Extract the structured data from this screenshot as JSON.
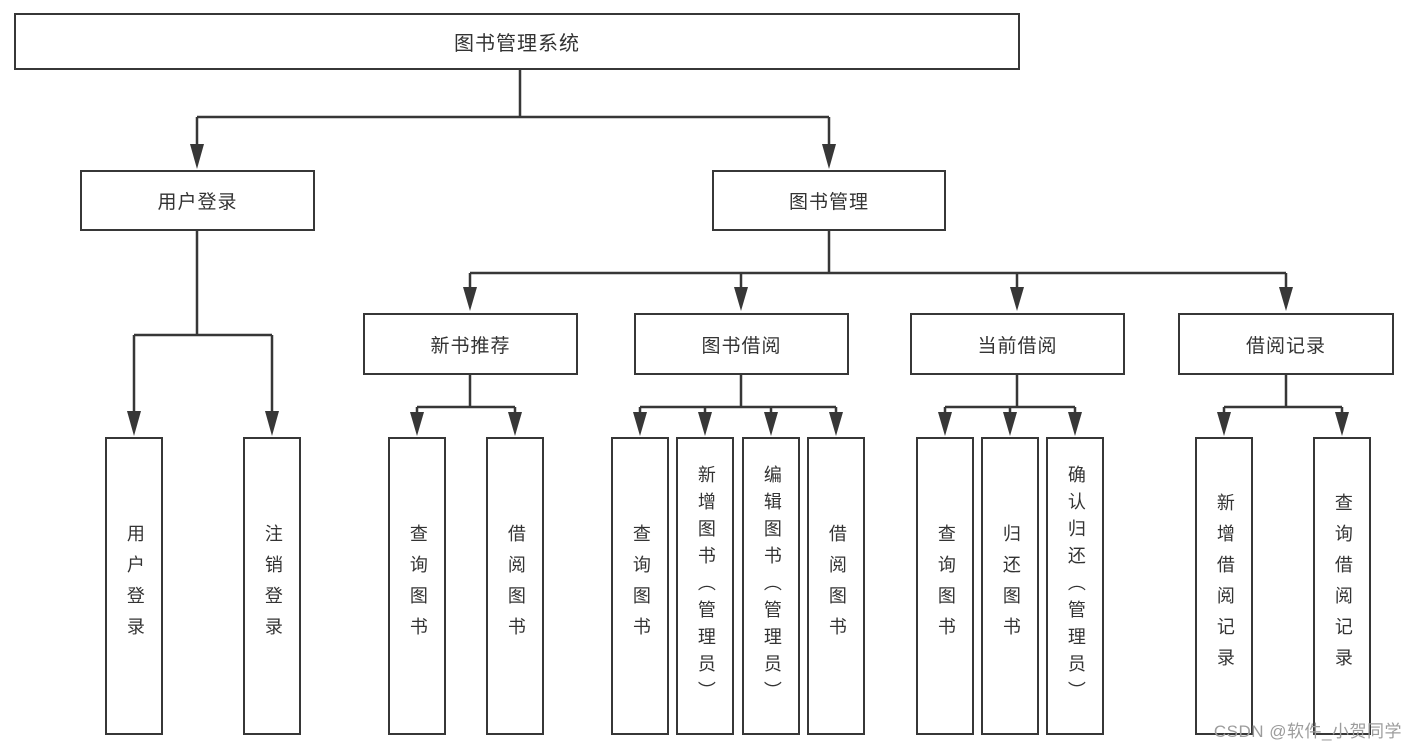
{
  "diagram": {
    "title": "图书管理系统",
    "tree": {
      "root": {
        "label": "图书管理系统"
      },
      "children": [
        {
          "label": "用户登录",
          "children": [
            {
              "label": "用户登录"
            },
            {
              "label": "注销登录"
            }
          ]
        },
        {
          "label": "图书管理",
          "children": [
            {
              "label": "新书推荐",
              "children": [
                {
                  "label": "查询图书"
                },
                {
                  "label": "借阅图书"
                }
              ]
            },
            {
              "label": "图书借阅",
              "children": [
                {
                  "label": "查询图书"
                },
                {
                  "label": "新增图书（管理员）"
                },
                {
                  "label": "编辑图书（管理员）"
                },
                {
                  "label": "借阅图书"
                }
              ]
            },
            {
              "label": "当前借阅",
              "children": [
                {
                  "label": "查询图书"
                },
                {
                  "label": "归还图书"
                },
                {
                  "label": "确认归还（管理员）"
                }
              ]
            },
            {
              "label": "借阅记录",
              "children": [
                {
                  "label": "新增借阅记录"
                },
                {
                  "label": "查询借阅记录"
                }
              ]
            }
          ]
        }
      ]
    }
  },
  "watermark": {
    "text": "CSDN @软件_小贺同学"
  },
  "colors": {
    "line": "#373737",
    "text": "#333333",
    "watermark": "#9c9c9c",
    "background": "#ffffff"
  }
}
